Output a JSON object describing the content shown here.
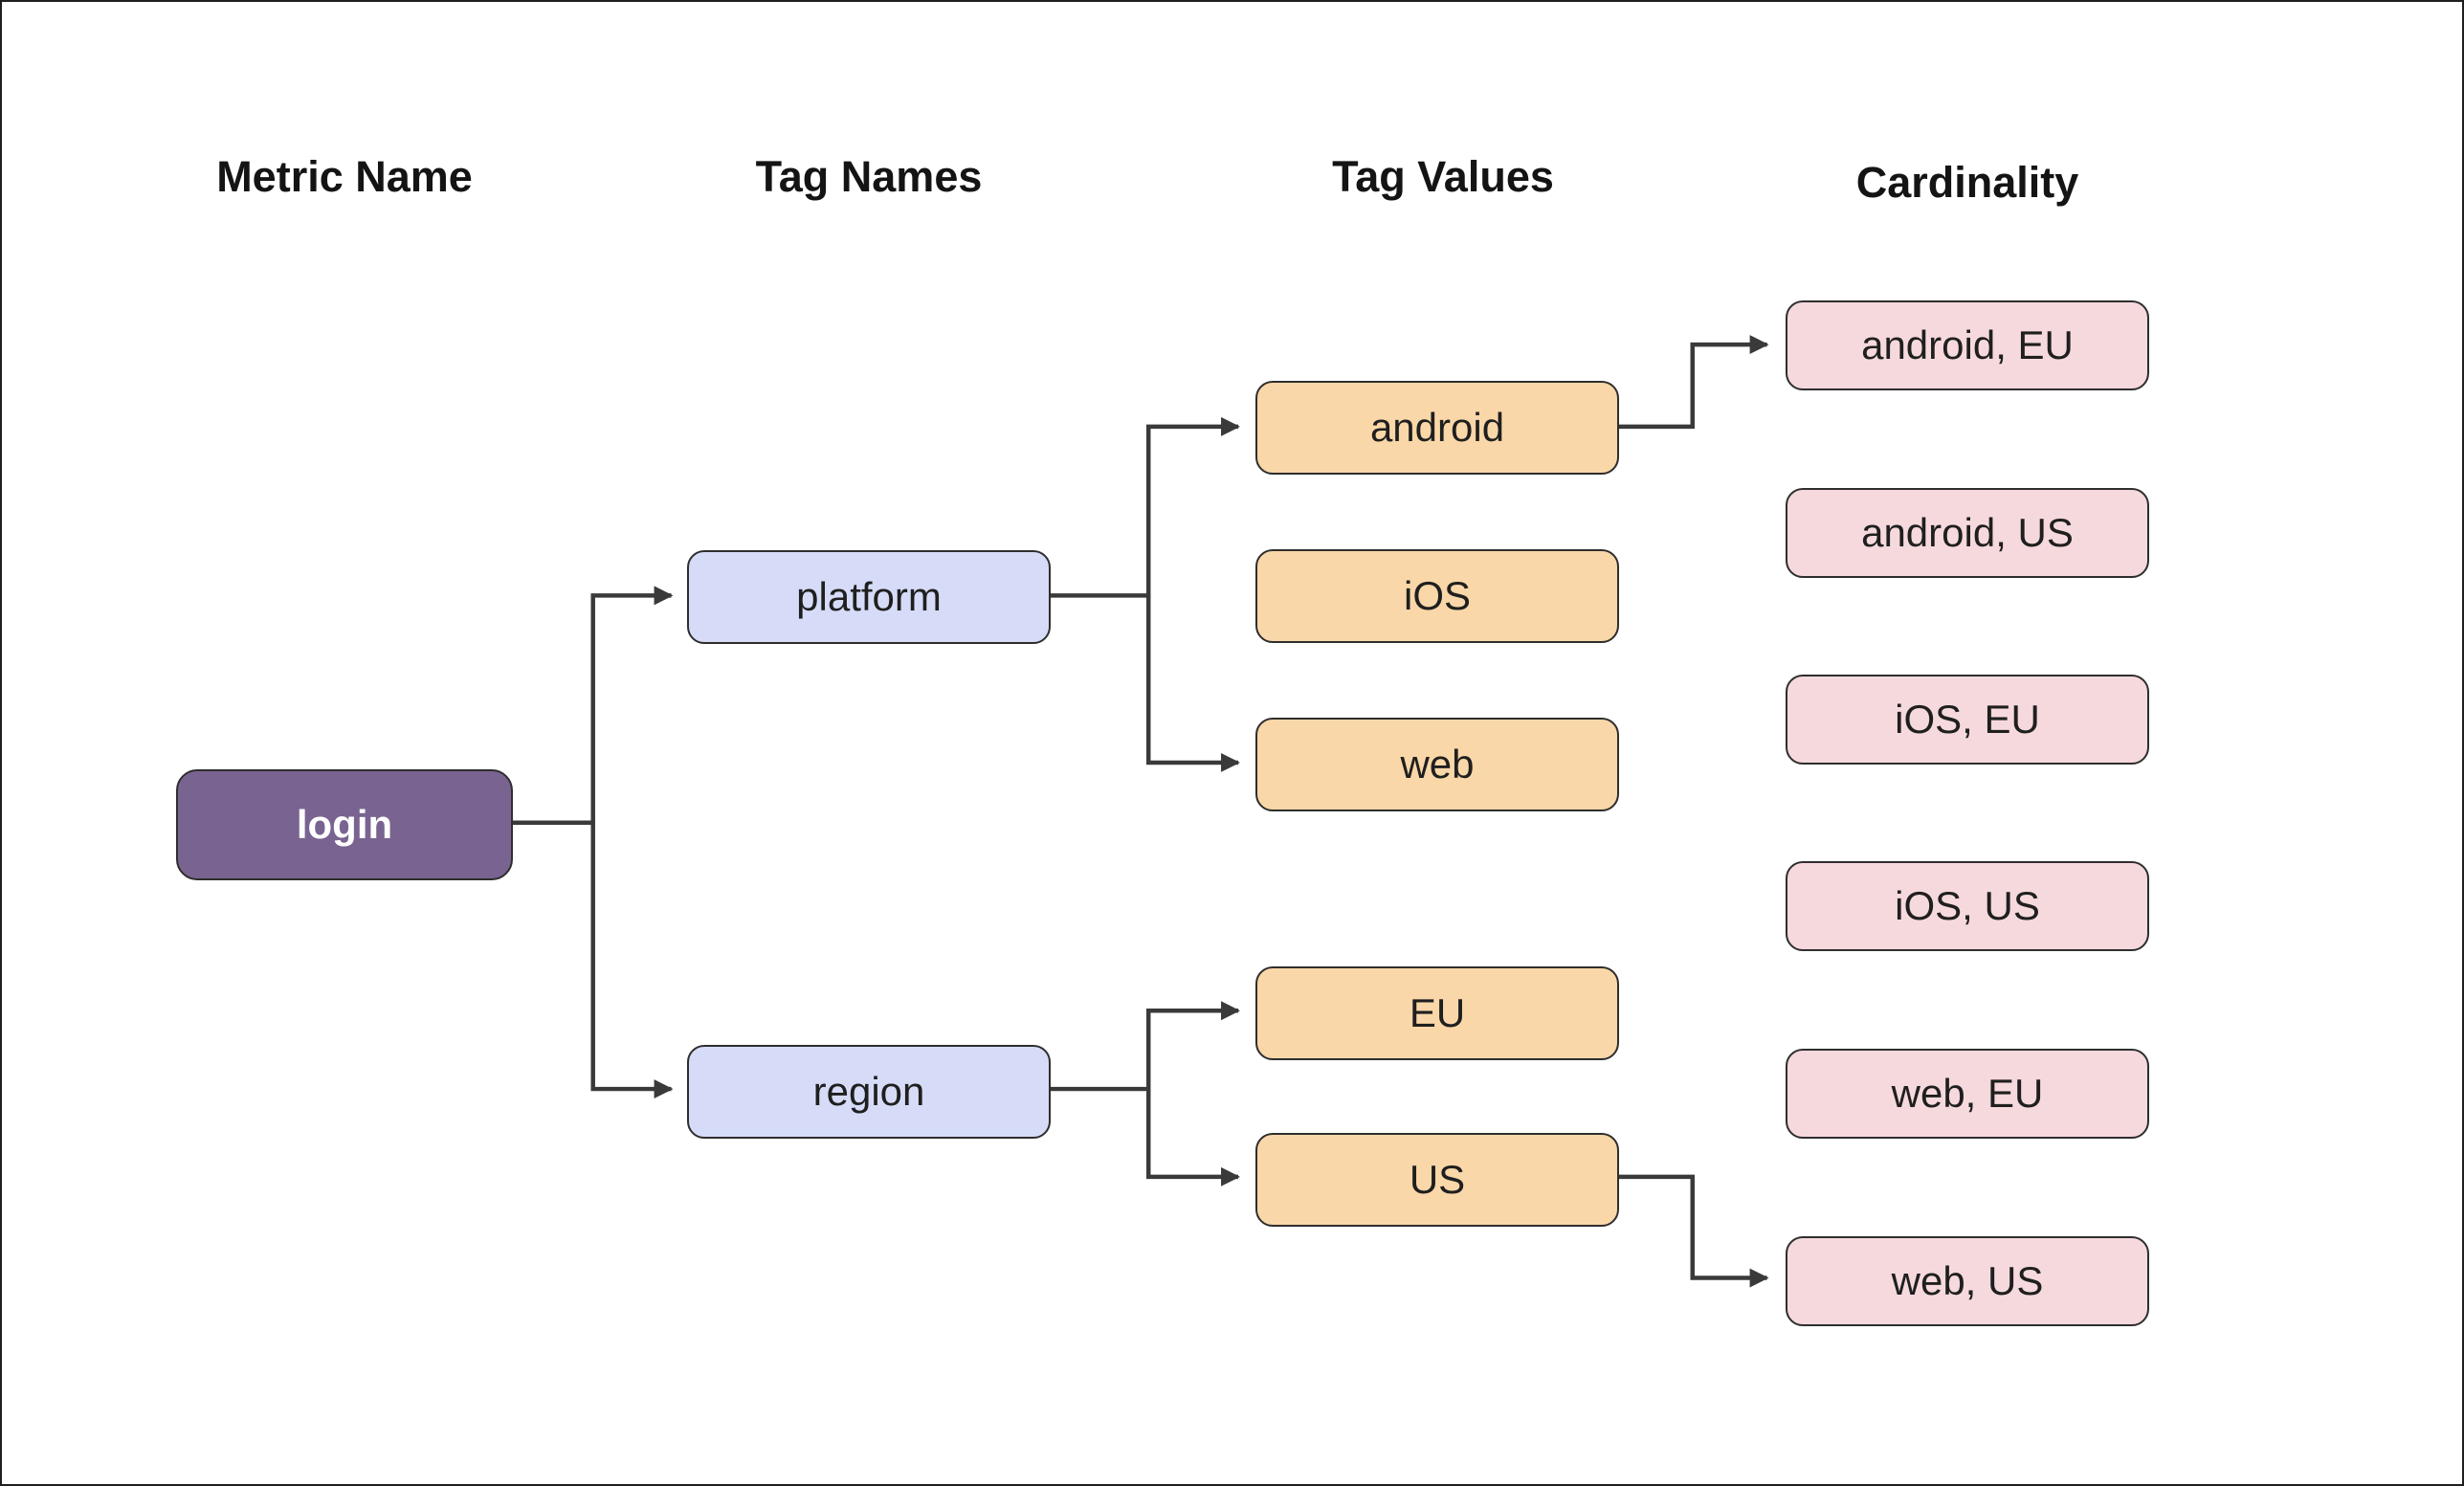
{
  "diagram": {
    "headers": {
      "metric_name": "Metric Name",
      "tag_names": "Tag Names",
      "tag_values": "Tag Values",
      "cardinality": "Cardinality"
    },
    "nodes": {
      "login": {
        "label": "login",
        "column": "metric_name"
      },
      "platform": {
        "label": "platform",
        "column": "tag_names"
      },
      "region": {
        "label": "region",
        "column": "tag_names"
      },
      "android": {
        "label": "android",
        "column": "tag_values"
      },
      "ios": {
        "label": "iOS",
        "column": "tag_values"
      },
      "web": {
        "label": "web",
        "column": "tag_values"
      },
      "eu": {
        "label": "EU",
        "column": "tag_values"
      },
      "us": {
        "label": "US",
        "column": "tag_values"
      },
      "android_eu": {
        "label": "android, EU",
        "column": "cardinality"
      },
      "android_us": {
        "label": "android, US",
        "column": "cardinality"
      },
      "ios_eu": {
        "label": "iOS, EU",
        "column": "cardinality"
      },
      "ios_us": {
        "label": "iOS, US",
        "column": "cardinality"
      },
      "web_eu": {
        "label": "web, EU",
        "column": "cardinality"
      },
      "web_us": {
        "label": "web, US",
        "column": "cardinality"
      }
    },
    "edges": [
      {
        "from": "login",
        "to": "platform"
      },
      {
        "from": "login",
        "to": "region"
      },
      {
        "from": "platform",
        "to": "android"
      },
      {
        "from": "platform",
        "to": "web"
      },
      {
        "from": "region",
        "to": "eu"
      },
      {
        "from": "region",
        "to": "us"
      },
      {
        "from": "android",
        "to": "android_eu"
      },
      {
        "from": "us",
        "to": "web_us"
      }
    ],
    "colors": {
      "metric_fill": "#796390",
      "metric_text": "#ffffff",
      "tag_name_fill": "#d6dcf8",
      "tag_value_fill": "#fad7a8",
      "cardinality_fill": "#f6d9dd",
      "line": "#3a3a3a",
      "text": "#1f1f1f"
    }
  }
}
